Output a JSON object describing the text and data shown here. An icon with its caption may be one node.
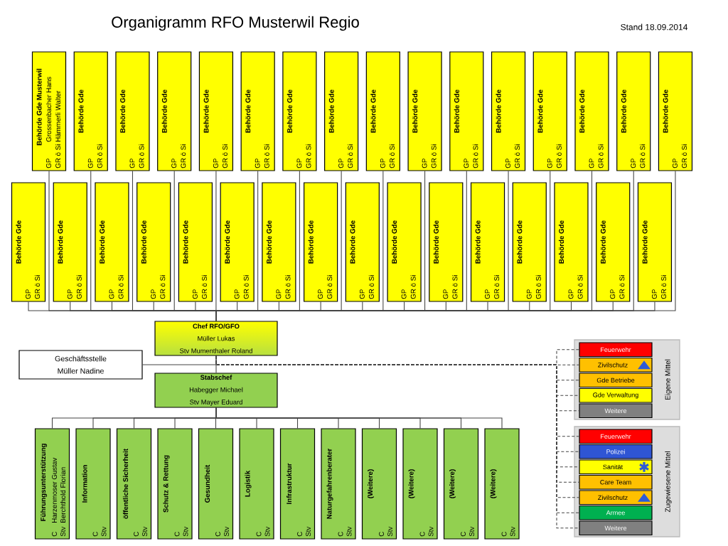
{
  "diagram": {
    "title": "Organigramm RFO Musterwil Regio",
    "nodes": [
      {
        "text": [
          "Behörde Gde Musterwil",
          "GP",
          "GR ö Si",
          "Grossenbacher Hans",
          "Hämmerli Walter"
        ]
      },
      {
        "text": [
          "Behörde Gde",
          "GP",
          "GR ö Si"
        ]
      },
      {
        "text": [
          "Behörde Gde",
          "GP",
          "GR ö Si"
        ]
      },
      {
        "text": [
          "Behörde Gde",
          "GP",
          "GR ö Si"
        ]
      },
      {
        "text": [
          "Behörde Gde",
          "GP",
          "GR ö Si"
        ]
      },
      {
        "text": [
          "Behörde Gde",
          "GP",
          "GR ö Si"
        ]
      },
      {
        "text": [
          "Behörde Gde",
          "GP",
          "GR ö Si"
        ]
      },
      {
        "text": [
          "Behörde Gde",
          "GP",
          "GR ö Si"
        ]
      },
      {
        "text": [
          "Behörde Gde",
          "GP",
          "GR ö Si"
        ]
      },
      {
        "text": [
          "Behörde Gde",
          "GP",
          "GR ö Si"
        ]
      },
      {
        "text": [
          "Behörde Gde",
          "GP",
          "GR ö Si"
        ]
      },
      {
        "text": [
          "Behörde Gde",
          "GP",
          "GR ö Si"
        ]
      },
      {
        "text": [
          "Behörde Gde",
          "GP",
          "GR ö Si"
        ]
      },
      {
        "text": [
          "Behörde Gde",
          "GP",
          "GR ö Si"
        ]
      },
      {
        "text": [
          "Behörde Gde",
          "GP",
          "GR ö Si"
        ]
      },
      {
        "text": [
          "Behörde Gde",
          "GP",
          "GR ö Si"
        ]
      },
      {
        "text": [
          "Behörde Gde",
          "GP",
          "GR ö Si"
        ]
      },
      {
        "text": [
          "Behörde Gde",
          "GP",
          "GR ö Si"
        ]
      },
      {
        "text": [
          "Behörde Gde",
          "GP",
          "GR ö Si"
        ]
      },
      {
        "text": [
          "Behörde Gde",
          "GP",
          "GR ö Si"
        ]
      },
      {
        "text": [
          "Behörde Gde",
          "GP",
          "GR ö Si"
        ]
      },
      {
        "text": [
          "Behörde Gde",
          "GP",
          "GR ö Si"
        ]
      },
      {
        "text": [
          "Behörde Gde",
          "GP",
          "GR ö Si"
        ]
      },
      {
        "text": [
          "Behörde Gde",
          "GP",
          "GR ö Si"
        ]
      },
      {
        "text": [
          "Behörde Gde",
          "GP",
          "GR ö Si"
        ]
      },
      {
        "text": [
          "Behörde Gde",
          "GP",
          "GR ö Si"
        ]
      },
      {
        "text": [
          "Behörde Gde",
          "GP",
          "GR ö Si"
        ]
      },
      {
        "text": [
          "Behörde Gde",
          "GP",
          "GR ö Si"
        ]
      },
      {
        "text": [
          "Behörde Gde",
          "GP",
          "GR ö Si"
        ]
      },
      {
        "text": [
          "Behörde Gde",
          "GP",
          "GR ö Si"
        ]
      },
      {
        "text": [
          "Behörde Gde",
          "GP",
          "GR ö Si"
        ]
      },
      {
        "text": [
          "Behörde Gde",
          "GP",
          "GR ö Si"
        ]
      },
      {
        "text": [
          "Chef RFO/GFO",
          "Müller Lukas",
          "Stv Mumenthaler Roland"
        ]
      },
      {
        "text": [
          "Geschäftsstelle",
          "Müller Nadine"
        ]
      },
      {
        "text": [
          "Stabschef",
          "Habegger Michael",
          "Stv Mayer Eduard"
        ]
      },
      {
        "text": [
          "Führungsunterstützung",
          "C",
          "Stv",
          "Harzenmoser Gustav",
          "Berchthold Florian"
        ]
      },
      {
        "text": [
          "Information",
          "C",
          "Stv"
        ]
      },
      {
        "text": [
          "öffentliche Sicherheit",
          "C",
          "Stv"
        ]
      },
      {
        "text": [
          "Schutz & Rettung",
          "C",
          "Stv"
        ]
      },
      {
        "text": [
          "Gesundheit",
          "C",
          "Stv"
        ]
      },
      {
        "text": [
          "Logistik",
          "C",
          "Stv"
        ]
      },
      {
        "text": [
          "Infrastruktur",
          "C",
          "Stv"
        ]
      },
      {
        "text": [
          "Naturgefahrenberater",
          "C",
          "Stv"
        ]
      },
      {
        "text": [
          "(Weitere)",
          "C",
          "Stv"
        ]
      },
      {
        "text": [
          "(Weitere)",
          "C",
          "Stv"
        ]
      },
      {
        "text": [
          "(Weitere)",
          "C",
          "Stv"
        ]
      },
      {
        "text": [
          "(Weitere)",
          "C",
          "Stv"
        ]
      },
      {
        "text": [
          "Eigene Mittel"
        ]
      },
      {
        "text": [
          "Feuerwehr"
        ],
        "in": 47
      },
      {
        "text": [
          "Zivilschutz"
        ],
        "in": 47
      },
      {
        "text": [
          "Gde Betriebe"
        ],
        "in": 47
      },
      {
        "text": [
          "Gde Verwaltung"
        ],
        "in": 47
      },
      {
        "text": [
          "Weitere"
        ],
        "in": 47
      },
      {
        "text": [
          "Zugewiesene Mittel"
        ]
      },
      {
        "text": [
          "Feuerwehr"
        ],
        "in": 53
      },
      {
        "text": [
          "Polizei"
        ],
        "in": 53
      },
      {
        "text": [
          "Sanität"
        ],
        "in": 53
      },
      {
        "text": [
          "Care Team"
        ],
        "in": 53
      },
      {
        "text": [
          "Zivilschutz"
        ],
        "in": 53
      },
      {
        "text": [
          "Armee"
        ],
        "in": 53
      },
      {
        "text": [
          "Weitere"
        ],
        "in": 53
      }
    ],
    "edges": [
      {
        "from": 32,
        "to": 0,
        "arrow": "none"
      },
      {
        "from": 32,
        "to": 1,
        "arrow": "none"
      },
      {
        "from": 32,
        "to": 2,
        "arrow": "none"
      },
      {
        "from": 32,
        "to": 3,
        "arrow": "none"
      },
      {
        "from": 32,
        "to": 4,
        "arrow": "none"
      },
      {
        "from": 32,
        "to": 5,
        "arrow": "none"
      },
      {
        "from": 32,
        "to": 6,
        "arrow": "none"
      },
      {
        "from": 32,
        "to": 7,
        "arrow": "none"
      },
      {
        "from": 32,
        "to": 8,
        "arrow": "none"
      },
      {
        "from": 32,
        "to": 9,
        "arrow": "none"
      },
      {
        "from": 32,
        "to": 10,
        "arrow": "none"
      },
      {
        "from": 32,
        "to": 11,
        "arrow": "none"
      },
      {
        "from": 32,
        "to": 12,
        "arrow": "none"
      },
      {
        "from": 32,
        "to": 13,
        "arrow": "none"
      },
      {
        "from": 32,
        "to": 14,
        "arrow": "none"
      },
      {
        "from": 32,
        "to": 15,
        "arrow": "none"
      },
      {
        "from": 32,
        "to": 16,
        "arrow": "none"
      },
      {
        "from": 32,
        "to": 17,
        "arrow": "none"
      },
      {
        "from": 32,
        "to": 18,
        "arrow": "none"
      },
      {
        "from": 32,
        "to": 19,
        "arrow": "none"
      },
      {
        "from": 32,
        "to": 20,
        "arrow": "none"
      },
      {
        "from": 32,
        "to": 21,
        "arrow": "none"
      },
      {
        "from": 32,
        "to": 22,
        "arrow": "none"
      },
      {
        "from": 32,
        "to": 23,
        "arrow": "none"
      },
      {
        "from": 32,
        "to": 24,
        "arrow": "none"
      },
      {
        "from": 32,
        "to": 25,
        "arrow": "none"
      },
      {
        "from": 32,
        "to": 26,
        "arrow": "none"
      },
      {
        "from": 32,
        "to": 27,
        "arrow": "none"
      },
      {
        "from": 32,
        "to": 28,
        "arrow": "none"
      },
      {
        "from": 32,
        "to": 29,
        "arrow": "none"
      },
      {
        "from": 32,
        "to": 30,
        "arrow": "none"
      },
      {
        "from": 32,
        "to": 31,
        "arrow": "none"
      },
      {
        "from": 32,
        "to": 33,
        "arrow": "none"
      },
      {
        "from": 32,
        "to": 34,
        "arrow": "none"
      },
      {
        "from": 34,
        "to": 35,
        "arrow": "none"
      },
      {
        "from": 34,
        "to": 36,
        "arrow": "none"
      },
      {
        "from": 34,
        "to": 37,
        "arrow": "none"
      },
      {
        "from": 34,
        "to": 38,
        "arrow": "none"
      },
      {
        "from": 34,
        "to": 39,
        "arrow": "none"
      },
      {
        "from": 34,
        "to": 40,
        "arrow": "none"
      },
      {
        "from": 34,
        "to": 41,
        "arrow": "none"
      },
      {
        "from": 34,
        "to": 42,
        "arrow": "none"
      },
      {
        "from": 34,
        "to": 43,
        "arrow": "none"
      },
      {
        "from": 34,
        "to": 44,
        "arrow": "none"
      },
      {
        "from": 34,
        "to": 45,
        "arrow": "none"
      },
      {
        "from": 34,
        "to": 46,
        "arrow": "none"
      },
      {
        "from": 32,
        "to": 48,
        "arrow": "none",
        "style": "dashed"
      },
      {
        "from": 32,
        "to": 49,
        "arrow": "none",
        "style": "dashed"
      },
      {
        "from": 32,
        "to": 50,
        "arrow": "none",
        "style": "dashed"
      },
      {
        "from": 32,
        "to": 51,
        "arrow": "none",
        "style": "dashed"
      },
      {
        "from": 32,
        "to": 52,
        "arrow": "none",
        "style": "dashed"
      },
      {
        "from": 32,
        "to": 54,
        "arrow": "none",
        "style": "dashed"
      },
      {
        "from": 32,
        "to": 55,
        "arrow": "none",
        "style": "dashed"
      },
      {
        "from": 32,
        "to": 56,
        "arrow": "none",
        "style": "dashed"
      },
      {
        "from": 32,
        "to": 57,
        "arrow": "none",
        "style": "dashed"
      },
      {
        "from": 32,
        "to": 58,
        "arrow": "none",
        "style": "dashed"
      },
      {
        "from": 32,
        "to": 59,
        "arrow": "none",
        "style": "dashed"
      },
      {
        "from": 32,
        "to": 60,
        "arrow": "none",
        "style": "dashed"
      }
    ],
    "labels": [
      "Stand 18.09.2014"
    ]
  }
}
